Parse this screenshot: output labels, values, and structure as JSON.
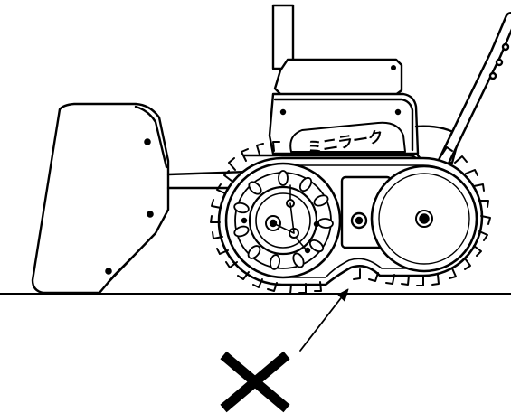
{
  "figure": {
    "type": "technical-line-drawing",
    "subject": "tracked-cultivator",
    "colors": {
      "line": "#000000",
      "background": "#ffffff"
    },
    "logo_text": "ミニラーク",
    "icons": [
      "cross-mark-icon",
      "pointer-arrow"
    ]
  }
}
